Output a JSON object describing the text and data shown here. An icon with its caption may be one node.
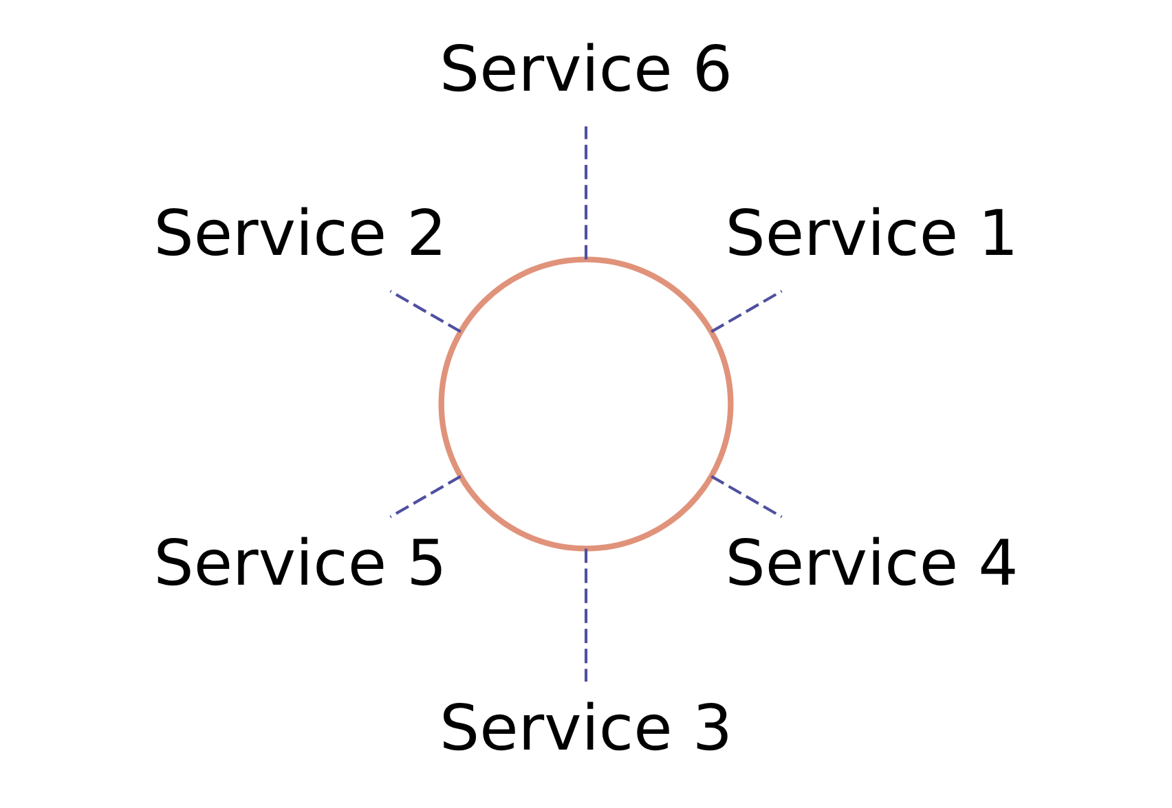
{
  "diagram": {
    "nodes": [
      {
        "text": [
          "Service 1"
        ]
      },
      {
        "text": [
          "Service 6"
        ]
      },
      {
        "text": [
          "Service 2"
        ]
      },
      {
        "text": [],
        "shape": "circle"
      },
      {
        "text": [
          "Service 5"
        ]
      },
      {
        "text": [
          "Service 3"
        ]
      },
      {
        "text": [
          "Service 4"
        ]
      }
    ],
    "edges": [
      {
        "from": 3,
        "to": 0,
        "arrow": "none",
        "style": "dashed"
      },
      {
        "from": 3,
        "to": 2,
        "arrow": "none",
        "style": "dashed"
      },
      {
        "from": 3,
        "to": 5,
        "arrow": "none",
        "style": "dashed"
      },
      {
        "from": 3,
        "to": 6,
        "arrow": "none",
        "style": "dashed"
      },
      {
        "from": 3,
        "to": 4,
        "arrow": "none",
        "style": "dashed"
      },
      {
        "from": 3,
        "to": 1,
        "arrow": "none",
        "style": "dashed"
      }
    ]
  }
}
